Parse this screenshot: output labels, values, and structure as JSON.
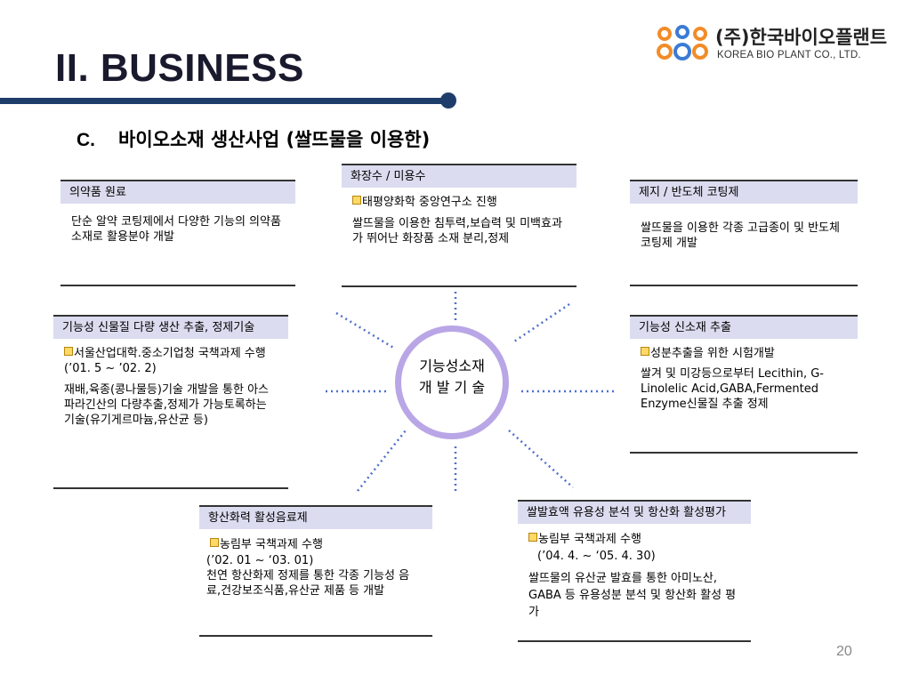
{
  "title": "II. BUSINESS",
  "logo": {
    "korean": "(주)한국바이오플랜트",
    "english": "KOREA BIO PLANT CO., LTD."
  },
  "section": {
    "letter": "C.",
    "heading": "바이오소재 생산사업 (쌀뜨물을 이용한)"
  },
  "center": {
    "line1": "기능성소재",
    "line2": "개 발 기 술"
  },
  "boxes": {
    "pharma": {
      "header": "의약품 원료",
      "body": "단순 알약 코팅제에서 다양한 기능의 의약품 소재로 활용분야 개발"
    },
    "cosmetic": {
      "header": "화장수 /  미용수",
      "bullet": "태평양화학 중앙연구소 진행",
      "body": "쌀뜨물을 이용한 침투력,보습력 및 미백효과가 뛰어난 화장품 소재 분리,정제"
    },
    "paper": {
      "header": "제지 / 반도체 코팅제",
      "body": "쌀뜨물을 이용한 각종 고급종이 및 반도체 코팅제 개발"
    },
    "mass": {
      "header": "기능성 신물질 다량 생산 추출, 정제기술",
      "bullet": "서울산업대학.중소기업청 국책과제 수행(’01. 5 ~ ’02. 2)",
      "body": "재배,육종(콩나물등)기술 개발을 통한 아스파라긴산의 다량추출,정제가 가능토록하는 기술(유기게르마늄,유산균 등)"
    },
    "newmat": {
      "header": "기능성 신소재 추출",
      "bullet": "성분추출을 위한 시험개발",
      "body": "쌀겨 및 미강등으로부터 Lecithin, G-Linolelic Acid,GABA,Fermented Enzyme신물질 추출 정제"
    },
    "drink": {
      "header": "항산화력 활성음료제",
      "bullet": "농림부 국책과제 수행",
      "period": "(’02. 01 ~ ‘03. 01)",
      "body": "천연 항산화제 정제를 통한 각종 기능성 음료,건강보조식품,유산균 제품 등 개발"
    },
    "ferment": {
      "header": "쌀발효액 유용성 분석 및 항산화 활성평가",
      "bullet": "농림부 국책과제 수행",
      "period": "(’04. 4.  ~ ‘05. 4. 30)",
      "body": "쌀뜨물의 유산균 발효를 통한 아미노산, GABA 등 유용성분 분석 및 항산화 활성 평가"
    }
  },
  "page_number": "20",
  "colors": {
    "title_rule": "#1f3d6b",
    "header_fill": "#dcdcf0",
    "circle_ring": "#b9a6e6",
    "rays": "#4f6fd0"
  }
}
